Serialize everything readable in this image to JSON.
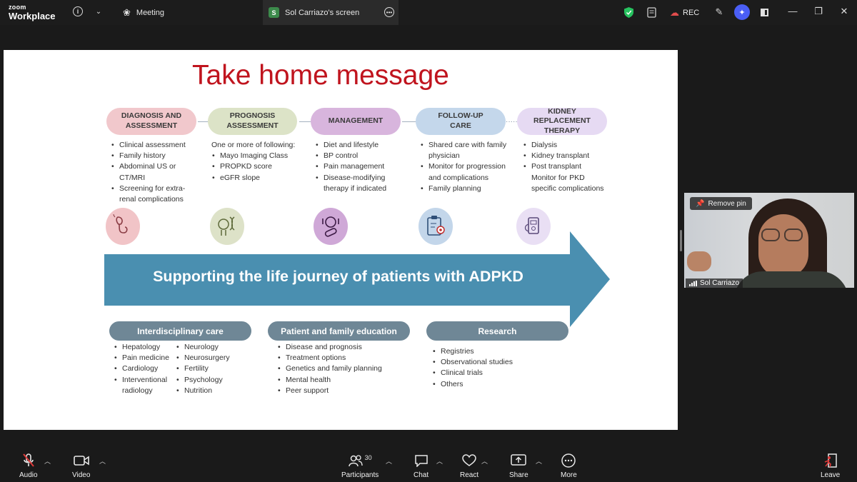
{
  "app": {
    "brand_top": "zoom",
    "brand_bottom": "Workplace",
    "tab_meeting": "Meeting",
    "tab_screen_badge": "S",
    "tab_screen": "Sol Carriazo's screen",
    "rec_label": "REC"
  },
  "slide": {
    "title": "Take home message",
    "stages": [
      {
        "label": "DIAGNOSIS AND\nASSESSMENT",
        "color": "#f1c8cc"
      },
      {
        "label": "PROGNOSIS\nASSESSMENT",
        "color": "#dce3c7"
      },
      {
        "label": "MANAGEMENT",
        "color": "#d8b5dd"
      },
      {
        "label": "FOLLOW-UP\nCARE",
        "color": "#c4d7eb"
      },
      {
        "label": "KIDNEY REPLACEMENT\nTHERAPY",
        "color": "#e6daf3"
      }
    ],
    "col1": [
      "Clinical assessment",
      "Family history",
      "Abdominal US or",
      "CT/MRI",
      "Screening for extra-",
      "renal complications"
    ],
    "col2_intro": "One or more of following:",
    "col2": [
      "Mayo Imaging Class",
      "PROPKD score",
      "eGFR slope"
    ],
    "col3": [
      "Diet and lifestyle",
      "BP control",
      "Pain management",
      "Disease-modifying",
      "therapy if indicated"
    ],
    "col4": [
      "Shared care with family",
      "physician",
      "Monitor for progression",
      "and complications",
      "Family planning"
    ],
    "col5": [
      "Dialysis",
      "Kidney transplant",
      "Post transplant",
      "Monitor for PKD",
      "specific complications"
    ],
    "arrow_text": "Supporting the life journey of patients with ADPKD",
    "arrow_color": "#4a8fb0",
    "pills": [
      "Interdisciplinary care",
      "Patient and family education",
      "Research"
    ],
    "inter_left": [
      "Hepatology",
      "Pain medicine",
      "Cardiology",
      "Interventional",
      "radiology"
    ],
    "inter_right": [
      "Neurology",
      "Neurosurgery",
      "Fertility",
      "Psychology",
      "Nutrition"
    ],
    "education": [
      "Disease and prognosis",
      "Treatment options",
      "Genetics and family planning",
      "Mental health",
      "Peer support"
    ],
    "research": [
      "Registries",
      "Observational studies",
      "Clinical trials",
      "Others"
    ]
  },
  "participant": {
    "pin_label": "Remove pin",
    "name": "Sol Carriazo"
  },
  "toolbar": {
    "audio": "Audio",
    "video": "Video",
    "participants": "Participants",
    "participants_count": "30",
    "chat": "Chat",
    "react": "React",
    "share": "Share",
    "more": "More",
    "leave": "Leave"
  }
}
